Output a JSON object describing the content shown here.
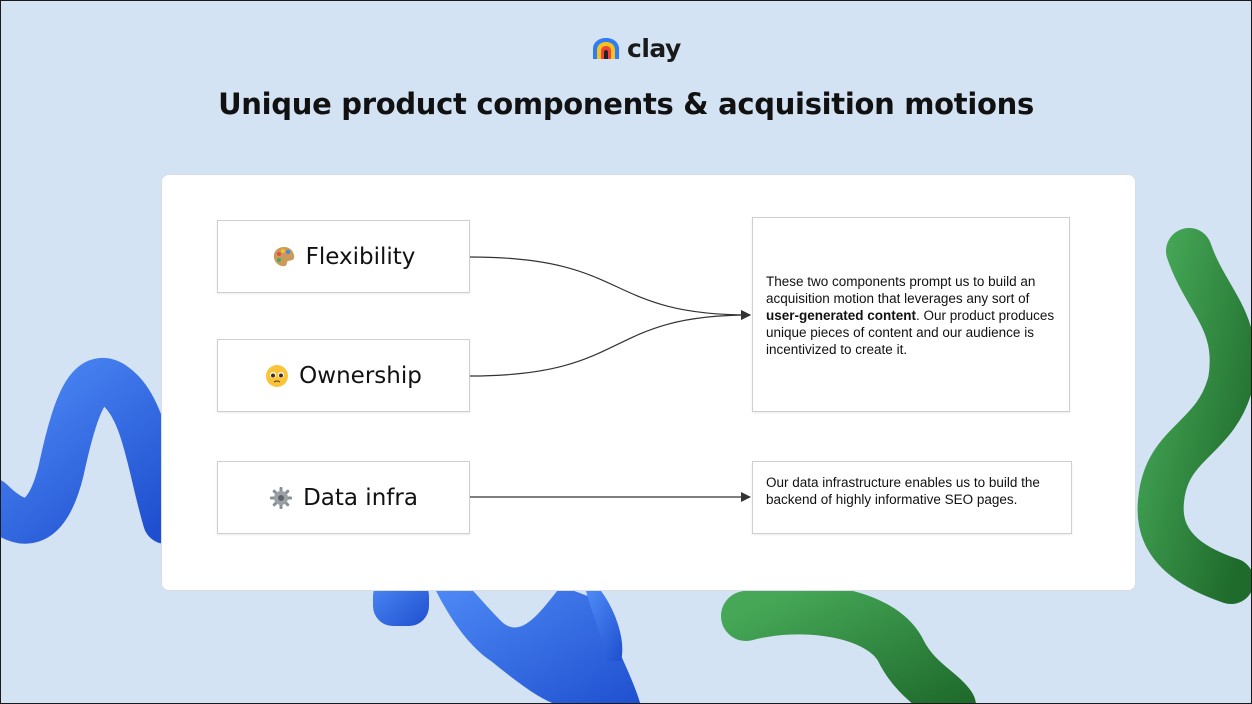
{
  "brand": {
    "name": "clay"
  },
  "title": "Unique product components & acquisition motions",
  "nodes": [
    {
      "label": "Flexibility",
      "icon": "palette-icon"
    },
    {
      "label": "Ownership",
      "icon": "pleading-face-icon"
    },
    {
      "label": "Data infra",
      "icon": "gear-icon"
    }
  ],
  "notes": {
    "top": {
      "before": "These two components prompt us to build an acquisition motion that leverages any sort of ",
      "bold": "user-generated content",
      "after": ". Our product produces unique pieces of content and our audience is incentivized to create it."
    },
    "bottom": {
      "text": "Our data infrastructure enables us to build the backend of highly informative SEO pages."
    }
  },
  "colors": {
    "background": "#d3e3f3",
    "blue_shape": "#2f6ee6",
    "green_shape": "#2e8a3e",
    "connector": "#333333"
  }
}
